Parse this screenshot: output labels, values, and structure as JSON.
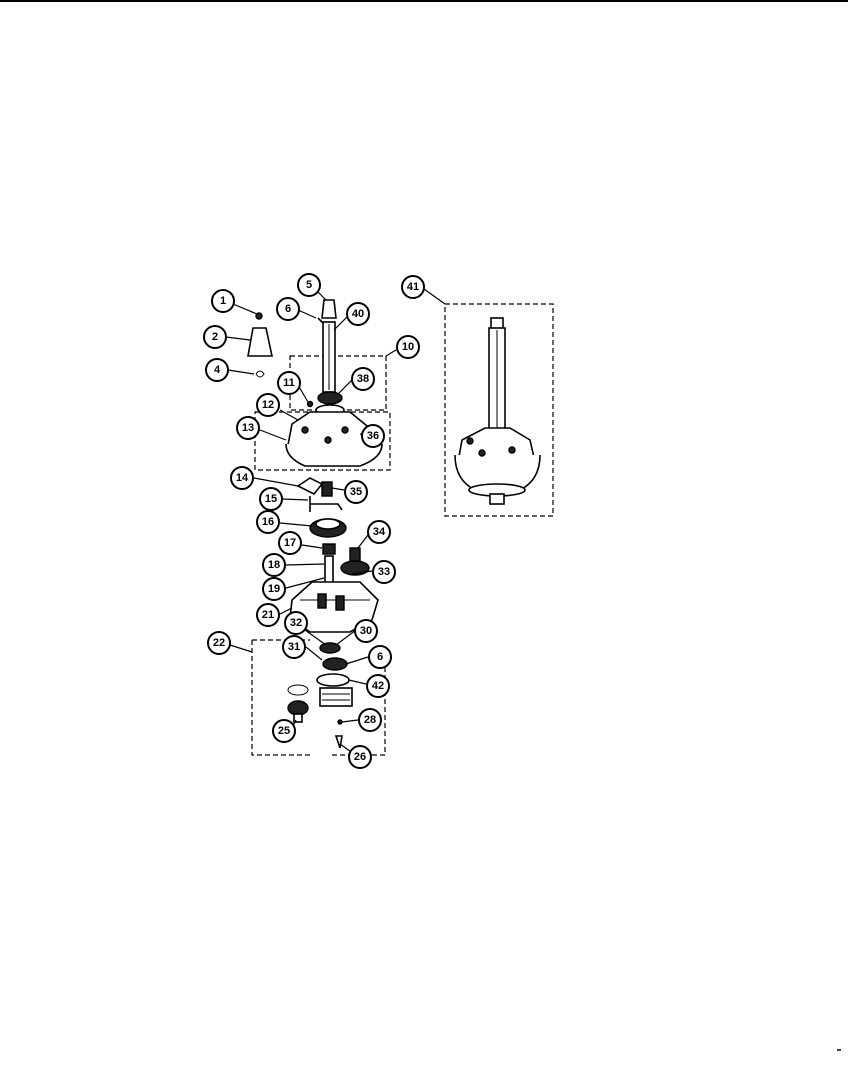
{
  "diagram": {
    "callouts": [
      "1",
      "2",
      "4",
      "5",
      "6",
      "40",
      "10",
      "38",
      "11",
      "12",
      "13",
      "36",
      "14",
      "35",
      "15",
      "16",
      "34",
      "17",
      "18",
      "33",
      "19",
      "21",
      "32",
      "30",
      "22",
      "31",
      "6",
      "42",
      "25",
      "28",
      "26",
      "41"
    ]
  }
}
